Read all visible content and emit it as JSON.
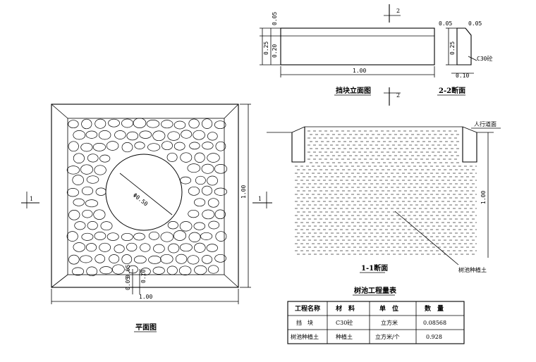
{
  "plan": {
    "title": "平面图",
    "dim_width": "1.00",
    "dim_height": "1.00",
    "dim_diameter": "Φ0.50",
    "dim_a": "0.05",
    "dim_b": "0.05",
    "dim_c": "0.10",
    "section_mark_left": "1",
    "section_mark_right": "1"
  },
  "block_elevation": {
    "title": "挡块立面图",
    "dim_length": "1.00",
    "dim_top": "0.05",
    "dim_mid": "0.20",
    "dim_total": "0.25",
    "section_mark_top": "2",
    "section_mark_bottom": "2"
  },
  "section_22": {
    "title": "2-2断面",
    "dim_top_left": "0.05",
    "dim_top_right": "0.05",
    "dim_height": "0.25",
    "dim_bottom": "0.10",
    "material": "C30砼"
  },
  "section_11": {
    "title": "1-1断面",
    "sidewalk_label": "人行道面",
    "soil_label": "树池种植土",
    "dim_height": "1.00"
  },
  "quantity_table": {
    "title": "树池工程量表",
    "headers": [
      "工程名称",
      "材　料",
      "单　位",
      "数　量"
    ],
    "rows": [
      [
        "挡　块",
        "C30砼",
        "立方米",
        "0.08568"
      ],
      [
        "树池种植土",
        "种植土",
        "立方米/个",
        "0.928"
      ]
    ]
  }
}
